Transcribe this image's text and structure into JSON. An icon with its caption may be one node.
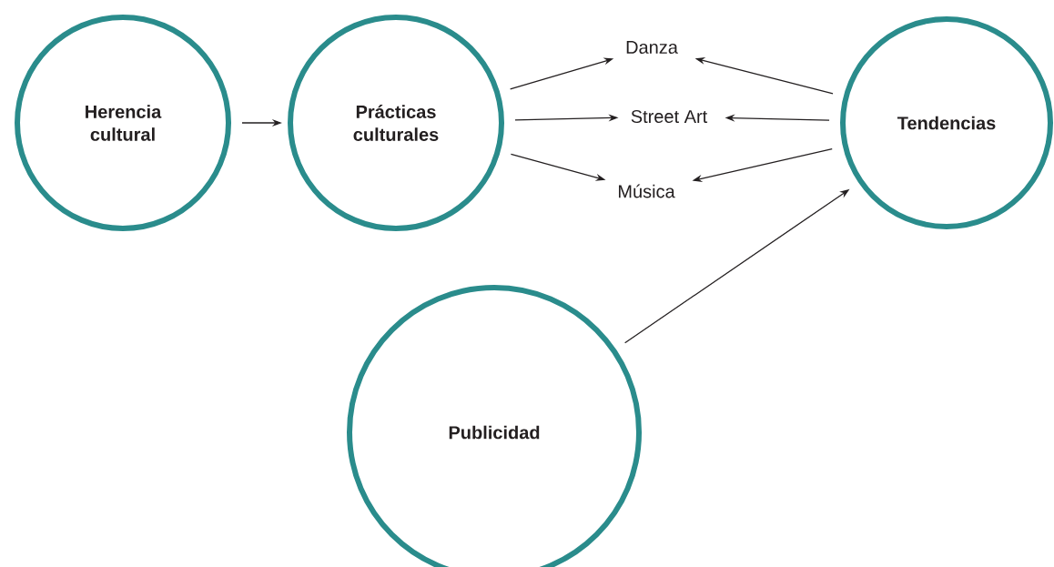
{
  "diagram": {
    "nodes": [
      {
        "text": [
          "Herencia cultural"
        ]
      },
      {
        "text": [
          "Prácticas culturales"
        ]
      },
      {
        "text": [
          "Danza"
        ]
      },
      {
        "text": [
          "Street Art"
        ]
      },
      {
        "text": [
          "Música"
        ]
      },
      {
        "text": [
          "Tendencias"
        ]
      },
      {
        "text": [
          "Publicidad"
        ]
      }
    ],
    "edges": [
      {
        "from": 0,
        "to": 1,
        "arrow": "to"
      },
      {
        "from": 1,
        "to": 2,
        "arrow": "to"
      },
      {
        "from": 1,
        "to": 3,
        "arrow": "to"
      },
      {
        "from": 1,
        "to": 4,
        "arrow": "to"
      },
      {
        "from": 5,
        "to": 2,
        "arrow": "to"
      },
      {
        "from": 5,
        "to": 3,
        "arrow": "to"
      },
      {
        "from": 5,
        "to": 4,
        "arrow": "to"
      },
      {
        "from": 6,
        "to": 5,
        "arrow": "to"
      }
    ]
  }
}
